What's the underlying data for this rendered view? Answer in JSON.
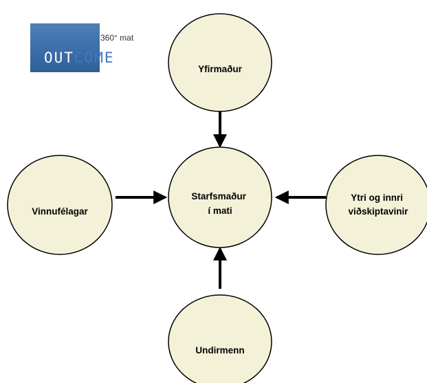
{
  "logo": {
    "subtitle": "360° mat",
    "word_left": "OUT",
    "word_right": "COME",
    "block_color": "#3d6ea8",
    "accent_color": "#3e78c2"
  },
  "diagram": {
    "node_fill": "#f4f1d9",
    "node_stroke": "#000000",
    "arrow_color": "#000000",
    "center": {
      "lines": [
        "Starfsmaður",
        "í mati"
      ]
    },
    "top": {
      "lines": [
        "Yfirmaður"
      ]
    },
    "left": {
      "lines": [
        "Vinnufélagar"
      ]
    },
    "right": {
      "lines": [
        "Ytri og innri",
        "viðskiptavinir"
      ]
    },
    "bottom": {
      "lines": [
        "Undirmenn"
      ]
    }
  }
}
